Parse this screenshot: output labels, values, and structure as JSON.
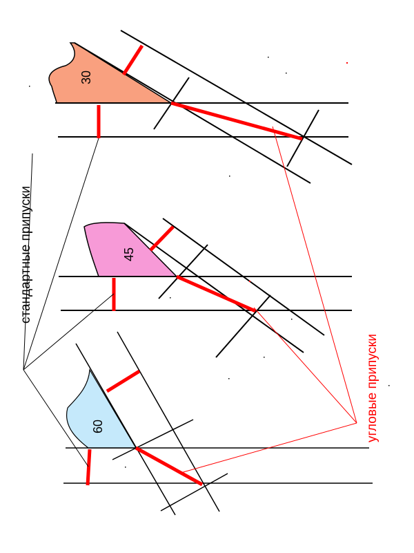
{
  "labels": {
    "standard_allowances": "стандартные припуски",
    "angular_allowances": "угловые припуски"
  },
  "angles": [
    {
      "value": "30",
      "fill": "#f9a07f"
    },
    {
      "value": "45",
      "fill": "#f79ad7"
    },
    {
      "value": "60",
      "fill": "#c5e9fb"
    }
  ],
  "colors": {
    "line": "#000000",
    "allowance_mark": "#ff0000",
    "angular_label": "#ff0000"
  }
}
